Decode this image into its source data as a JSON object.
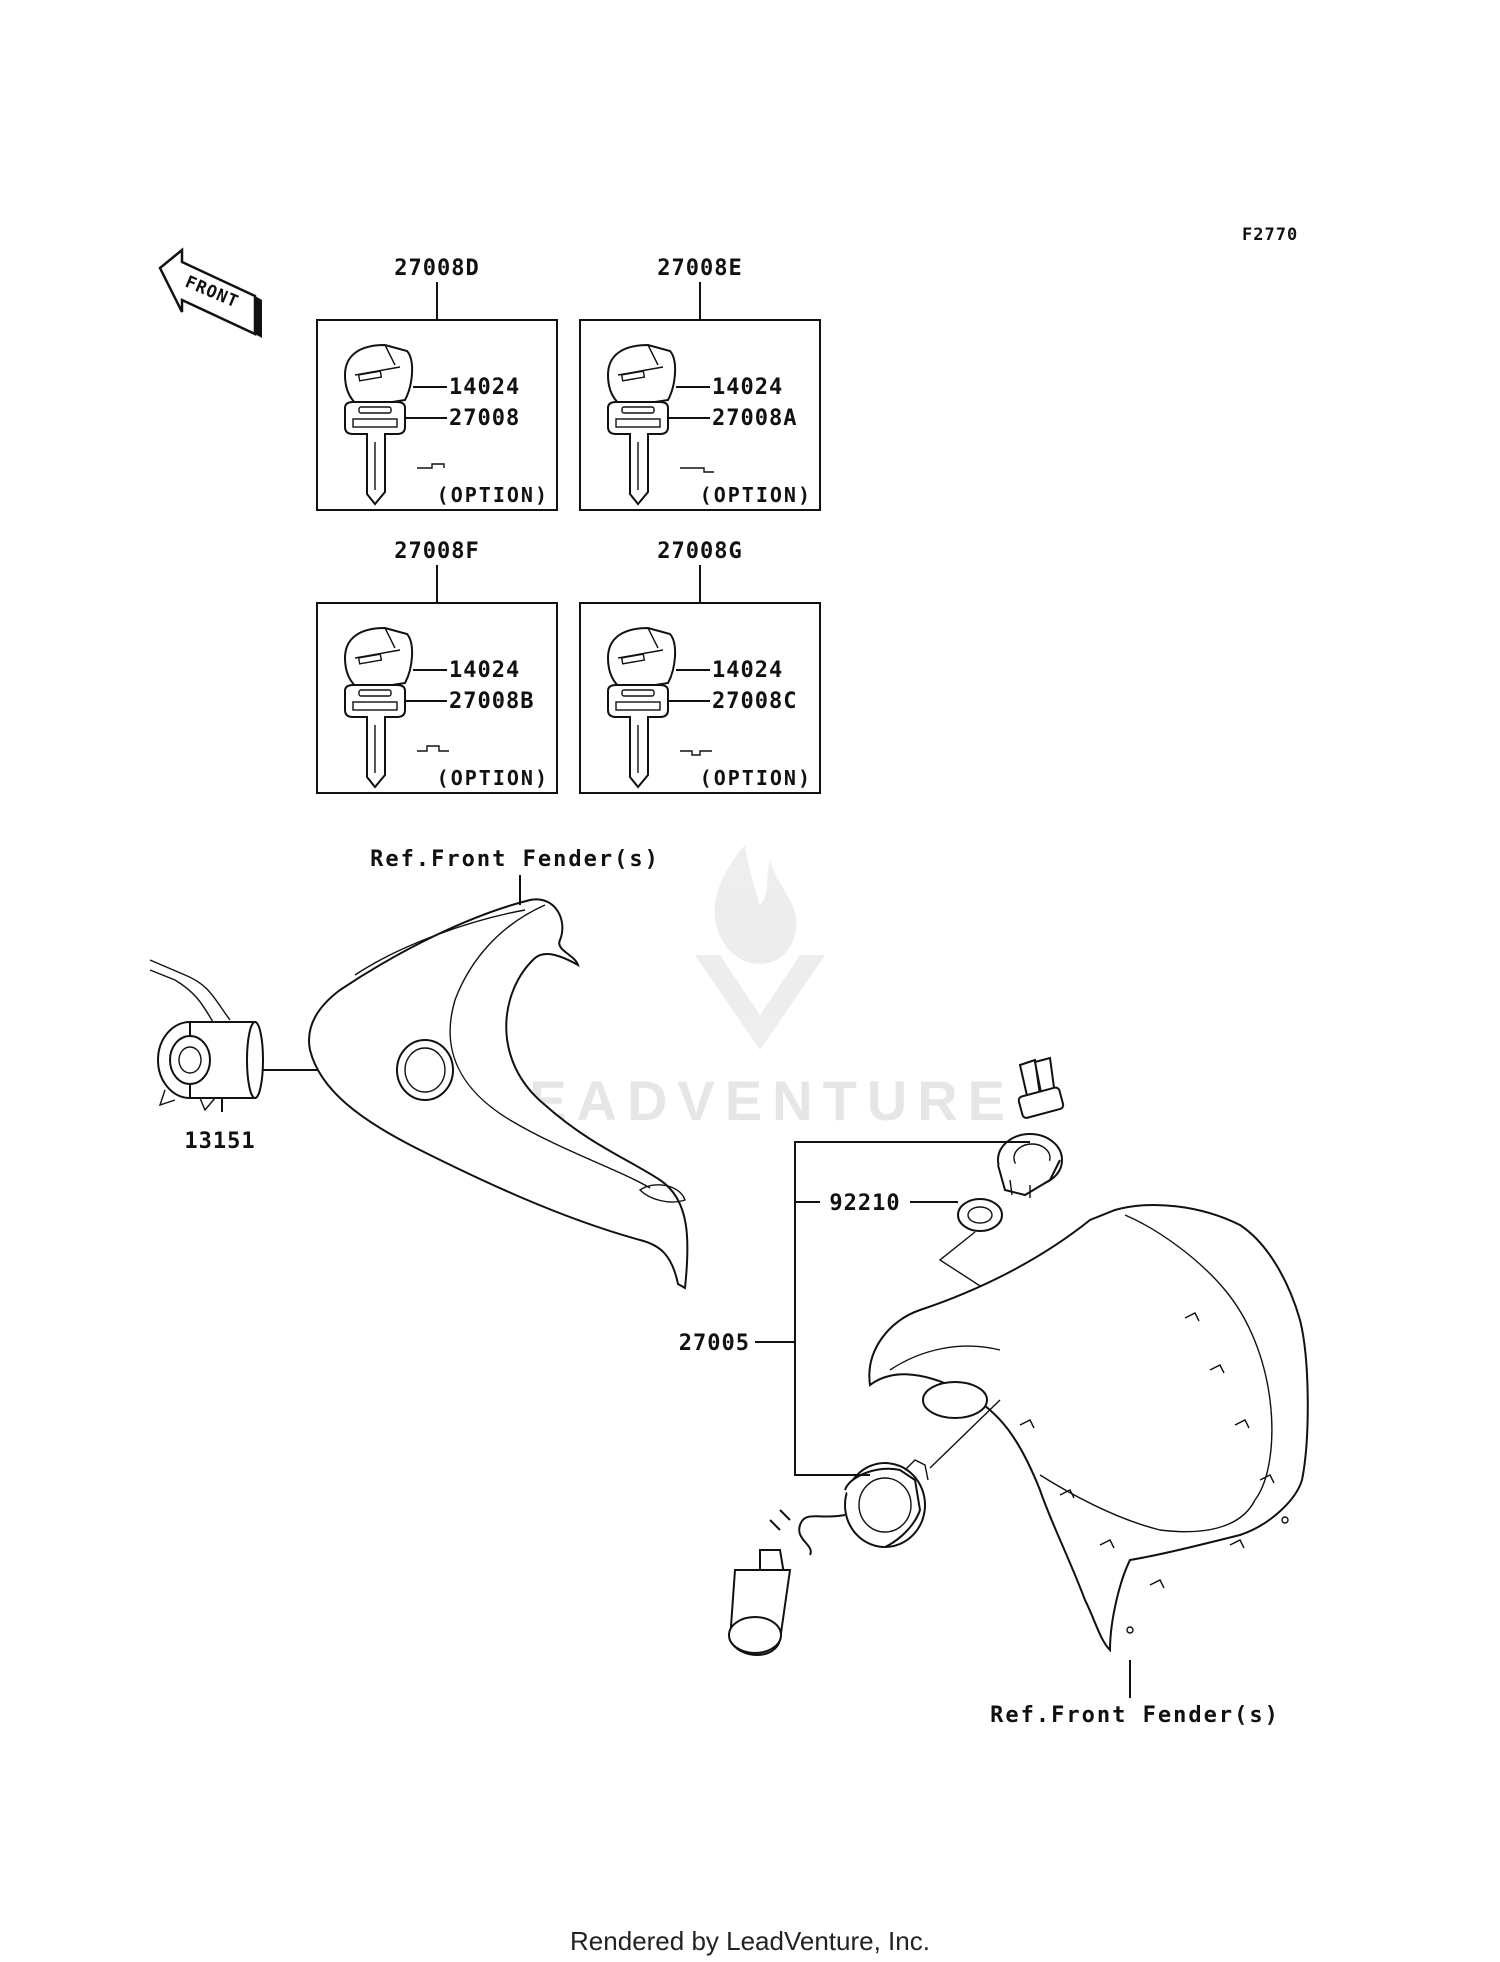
{
  "figure_code": "F2770",
  "front_arrow": {
    "label": "FRONT",
    "icon": "front-arrow-icon"
  },
  "kit_boxes": [
    {
      "kit": "27008D",
      "cap": "14024",
      "key": "27008",
      "option": "(OPTION)"
    },
    {
      "kit": "27008E",
      "cap": "14024",
      "key": "27008A",
      "option": "(OPTION)"
    },
    {
      "kit": "27008F",
      "cap": "14024",
      "key": "27008B",
      "option": "(OPTION)"
    },
    {
      "kit": "27008G",
      "cap": "14024",
      "key": "27008C",
      "option": "(OPTION)"
    }
  ],
  "callouts": {
    "ref_front_fender_top": "Ref.Front Fender(s)",
    "ref_front_fender_bottom": "Ref.Front Fender(s)",
    "socket": "13151",
    "nut": "92210",
    "switch_assy": "27005"
  },
  "watermark": "LEADVENTURE",
  "footer": "Rendered by LeadVenture, Inc."
}
